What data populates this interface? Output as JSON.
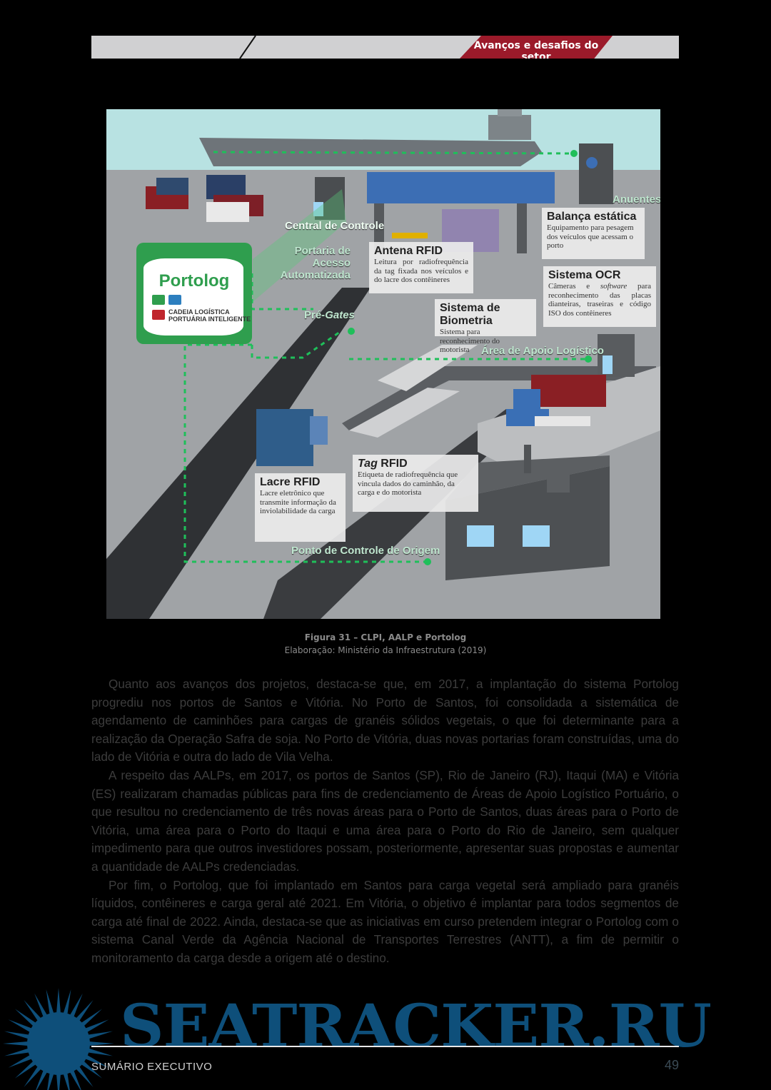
{
  "header": {
    "section_title": "Avanços e desafios do setor"
  },
  "figure": {
    "portolog": {
      "name": "Portolog",
      "subtitle_line1": "CADEIA LOGÍSTICA",
      "subtitle_line2": "PORTUÁRIA INTELIGENTE"
    },
    "labels": {
      "central": "Central de Controle",
      "portaria1": "Portaria de",
      "portaria2": "Acesso Automatizada",
      "pregates_a": "Pré-",
      "pregates_b": "Gates",
      "anuentes": "Anuentes",
      "apoio": "Área de Apoio Logístico",
      "origem": "Ponto de Controle de Origem"
    },
    "cards": {
      "antena": {
        "title": "Antena RFID",
        "desc": "Leitura por radiofrequência da tag fixada nos veículos e do lacre dos contêineres"
      },
      "balanca": {
        "title": "Balança estática",
        "desc": "Equipamento para pesagem dos veículos que acessam o porto"
      },
      "ocr": {
        "title": "Sistema OCR",
        "desc_a": "Câmeras e ",
        "desc_b": "software",
        "desc_c": " para reconhecimento das placas dianteiras, traseiras e código ISO dos contêineres"
      },
      "biometria": {
        "title": "Sistema de Biometria",
        "desc": "Sistema para reconhecimento do motorista"
      },
      "lacre": {
        "title": "Lacre RFID",
        "desc": "Lacre eletrônico que transmite informação da inviolabilidade da carga"
      },
      "tag": {
        "title_a": "Tag",
        "title_b": " RFID",
        "desc": "Etiqueta de radiofrequência que vincula dados do caminhão, da carga e do motorista"
      }
    }
  },
  "caption": {
    "title": "Figura 31 – CLPI, AALP e Portolog",
    "source": "Elaboração: Ministério da Infraestrutura (2019)"
  },
  "paragraphs": [
    "Quanto aos avanços dos projetos, destaca-se que, em 2017, a implantação do sistema Portolog progrediu nos portos de Santos e Vitória. No Porto de Santos, foi consolidada a sistemática de agendamento de caminhões para cargas de granéis sólidos vegetais, o que foi determinante para a realização da Operação Safra de soja. No Porto de Vitória, duas novas portarias foram construídas, uma do lado de Vitória e outra do lado de Vila Velha.",
    "A respeito das AALPs, em 2017, os portos de Santos (SP), Rio de Janeiro (RJ), Itaqui (MA) e Vitória (ES) realizaram chamadas públicas para fins de credenciamento de Áreas de Apoio Logístico Portuário, o que resultou no credenciamento de três novas áreas para o Porto de Santos, duas áreas para o Porto de Vitória, uma área para o Porto do Itaqui e uma área para o Porto do Rio de Janeiro, sem qualquer impedimento para que outros investidores possam, posteriormente, apresentar suas propostas e aumentar a quantidade de AALPs credenciadas.",
    "Por fim, o Portolog, que foi implantado em Santos para carga vegetal será ampliado para granéis líquidos, contêineres e carga geral até 2021. Em Vitória, o objetivo é implantar para todos segmentos de carga até final de 2022. Ainda, destaca-se que as iniciativas em curso pretendem integrar o Portolog com o sistema Canal Verde da Agência Nacional de Transportes Terrestres (ANTT), a fim de permitir o monitoramento da carga desde a origem até o destino."
  ],
  "footer": {
    "left": "SUMÁRIO EXECUTIVO",
    "page": "49"
  },
  "watermark": {
    "text": "SEATRACKER.RU"
  }
}
